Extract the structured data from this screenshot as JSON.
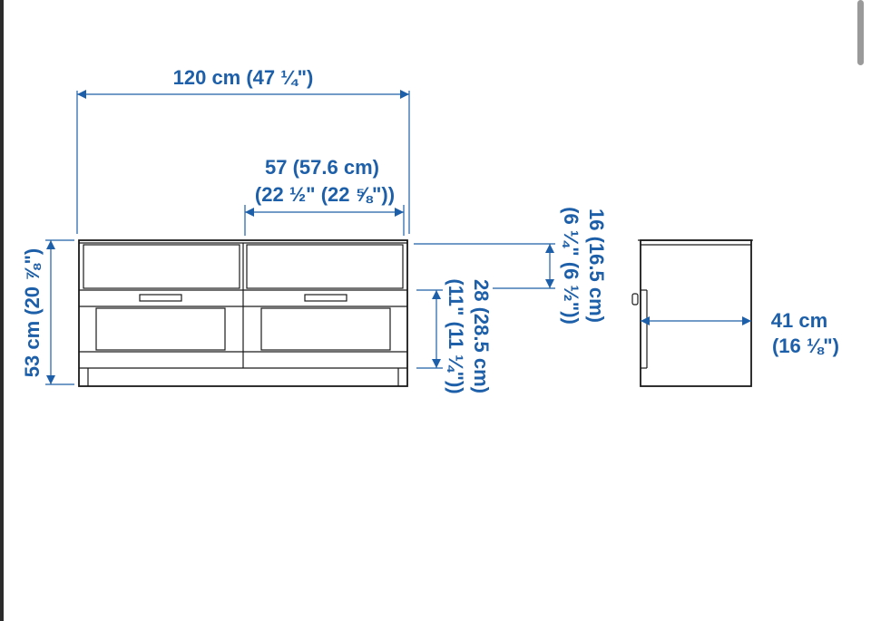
{
  "dimensions": {
    "width_total": "120 cm (47 ¼\")",
    "compartment_width_line1": "57 (57.6 cm)",
    "compartment_width_line2": "(22 ½\" (22 ⅝\"))",
    "height_total": "53 cm (20 ⅞\")",
    "upper_opening_line1": "16 (16.5 cm)",
    "upper_opening_line2": "(6 ¼\" (6 ½\"))",
    "lower_opening_line1": "28 (28.5 cm)",
    "lower_opening_line2": "(11\" (11 ¼\"))",
    "depth_line1": "41 cm",
    "depth_line2": "(16 ⅛\")"
  },
  "colors": {
    "dimension": "#1d5fa8",
    "furniture_outline": "#1a1a1a",
    "background": "#ffffff"
  }
}
